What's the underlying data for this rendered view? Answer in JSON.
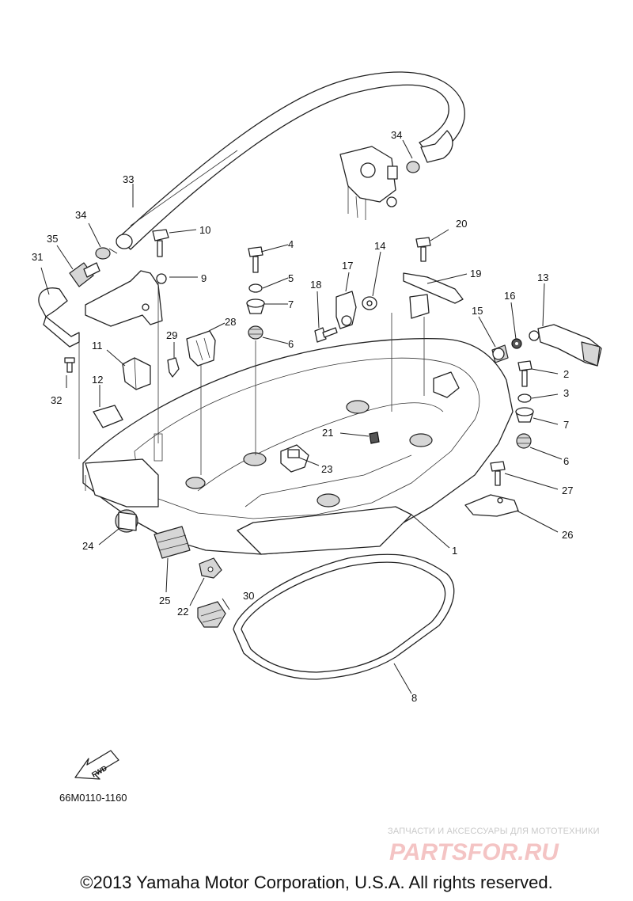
{
  "diagram": {
    "callouts": [
      "1",
      "2",
      "3",
      "4",
      "5",
      "6",
      "6",
      "7",
      "7",
      "8",
      "9",
      "10",
      "11",
      "12",
      "13",
      "14",
      "15",
      "16",
      "17",
      "18",
      "19",
      "20",
      "21",
      "22",
      "23",
      "24",
      "25",
      "26",
      "27",
      "28",
      "29",
      "30",
      "31",
      "32",
      "33",
      "34",
      "34",
      "35"
    ],
    "fwd_label": "FWD",
    "code": "66M0110-1160"
  },
  "watermark": {
    "tagline": "ЗАПЧАСТИ И АКСЕССУАРЫ ДЛЯ МОТОТЕХНИКИ",
    "logo_text": "PARTSFOR.RU",
    "logo_color": "#f4c4c4"
  },
  "footer": {
    "copyright": "©2013 Yamaha Motor Corporation, U.S.A. All rights reserved."
  }
}
